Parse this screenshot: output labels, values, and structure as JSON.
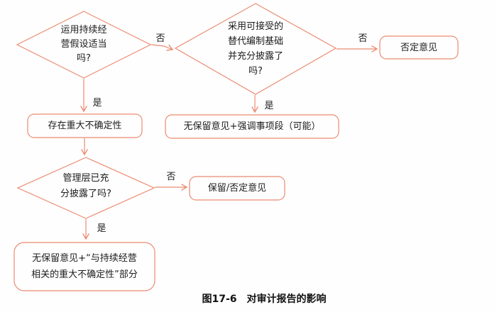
{
  "figure": {
    "caption": "图17-6　对审计报告的影响",
    "colors": {
      "stroke": "#EC8B72",
      "text": "#1C1C1C",
      "background": "#FEFEFE"
    },
    "decisions": [
      {
        "name": "going-concern-assumption-appropriate",
        "text": "运用持续经\n营假设适当\n吗?"
      },
      {
        "name": "acceptable-alternative-basis-disclosed",
        "text": "采用可接受的\n替代编制基础\n并充分披露了\n吗?"
      },
      {
        "name": "management-fully-disclosed",
        "text": "管理层已充\n分披露了吗?"
      }
    ],
    "results": [
      {
        "name": "material-uncertainty-exists",
        "text": "存在重大不确定性"
      },
      {
        "name": "unmodified-plus-emphasis-paragraph",
        "text": "无保留意见+强调事项段（可能）"
      },
      {
        "name": "adverse-opinion",
        "text": "否定意见"
      },
      {
        "name": "qualified-or-adverse-opinion",
        "text": "保留/否定意见"
      },
      {
        "name": "unmodified-plus-material-uncertainty-section",
        "text": "无保留意见+“与持续经营\n相关的重大不确定性”部分"
      }
    ],
    "edge_labels": [
      {
        "edge": "decision1-no",
        "text": "否"
      },
      {
        "edge": "decision1-yes",
        "text": "是"
      },
      {
        "edge": "decision2-no",
        "text": "否"
      },
      {
        "edge": "decision2-yes",
        "text": "是"
      },
      {
        "edge": "decision3-no",
        "text": "否"
      },
      {
        "edge": "decision3-yes",
        "text": "是"
      }
    ]
  }
}
